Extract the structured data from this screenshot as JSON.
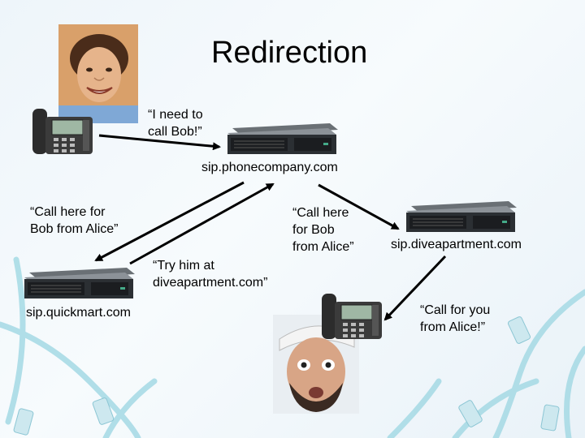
{
  "title": "Redirection",
  "captions": {
    "alice_request": "“I need to\ncall Bob!”",
    "call_here_left": "“Call here for\nBob from Alice”",
    "call_here_right": "“Call here\nfor Bob\nfrom Alice”",
    "try_him": "“Try him at\ndiveapartment.com”",
    "call_for_you": "“Call for you\nfrom Alice!”"
  },
  "servers": {
    "phonecompany": "sip.phonecompany.com",
    "quickmart": "sip.quickmart.com",
    "diveapartment": "sip.diveapartment.com"
  },
  "icons": [
    "server-icon",
    "desk-phone-icon",
    "person-photo",
    "network-cable-icon"
  ]
}
